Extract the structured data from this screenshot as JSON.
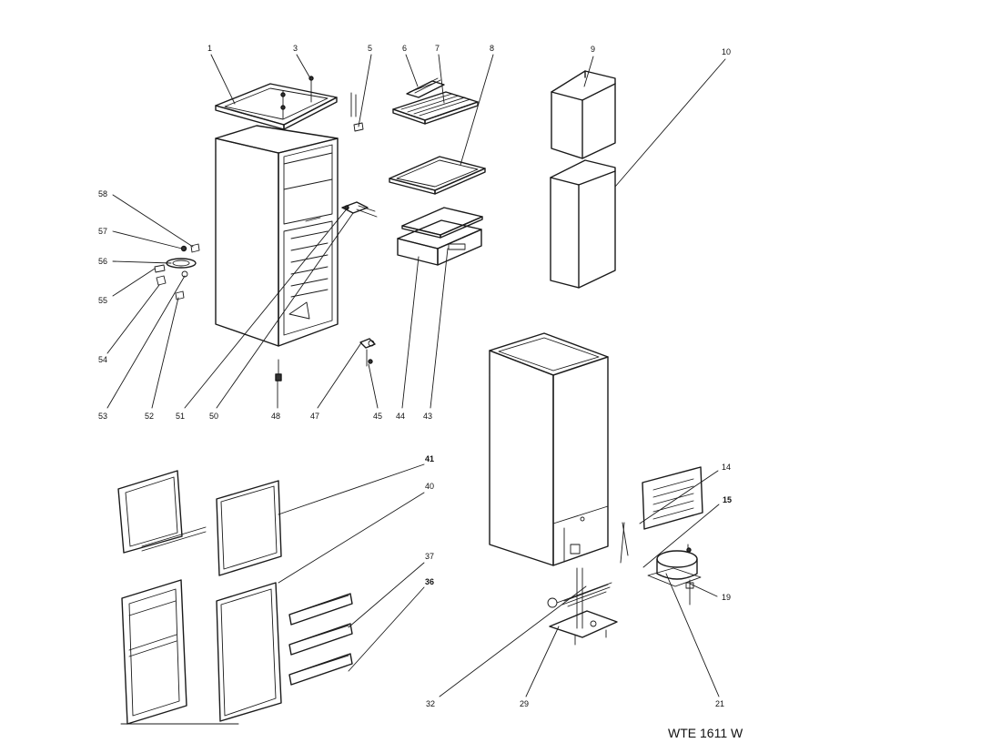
{
  "model": "WTE 1611 W",
  "labels": {
    "p1": "1",
    "p3": "3",
    "p5": "5",
    "p6": "6",
    "p7": "7",
    "p8": "8",
    "p9": "9",
    "p10": "10",
    "p14": "14",
    "p15": "15",
    "p19": "19",
    "p21": "21",
    "p29": "29",
    "p32": "32",
    "p36": "36",
    "p37": "37",
    "p40": "40",
    "p41": "41",
    "p43": "43",
    "p44": "44",
    "p45": "45",
    "p47": "47",
    "p48": "48",
    "p50": "50",
    "p51": "51",
    "p52": "52",
    "p53": "53",
    "p54": "54",
    "p55": "55",
    "p56": "56",
    "p57": "57",
    "p58": "58"
  }
}
